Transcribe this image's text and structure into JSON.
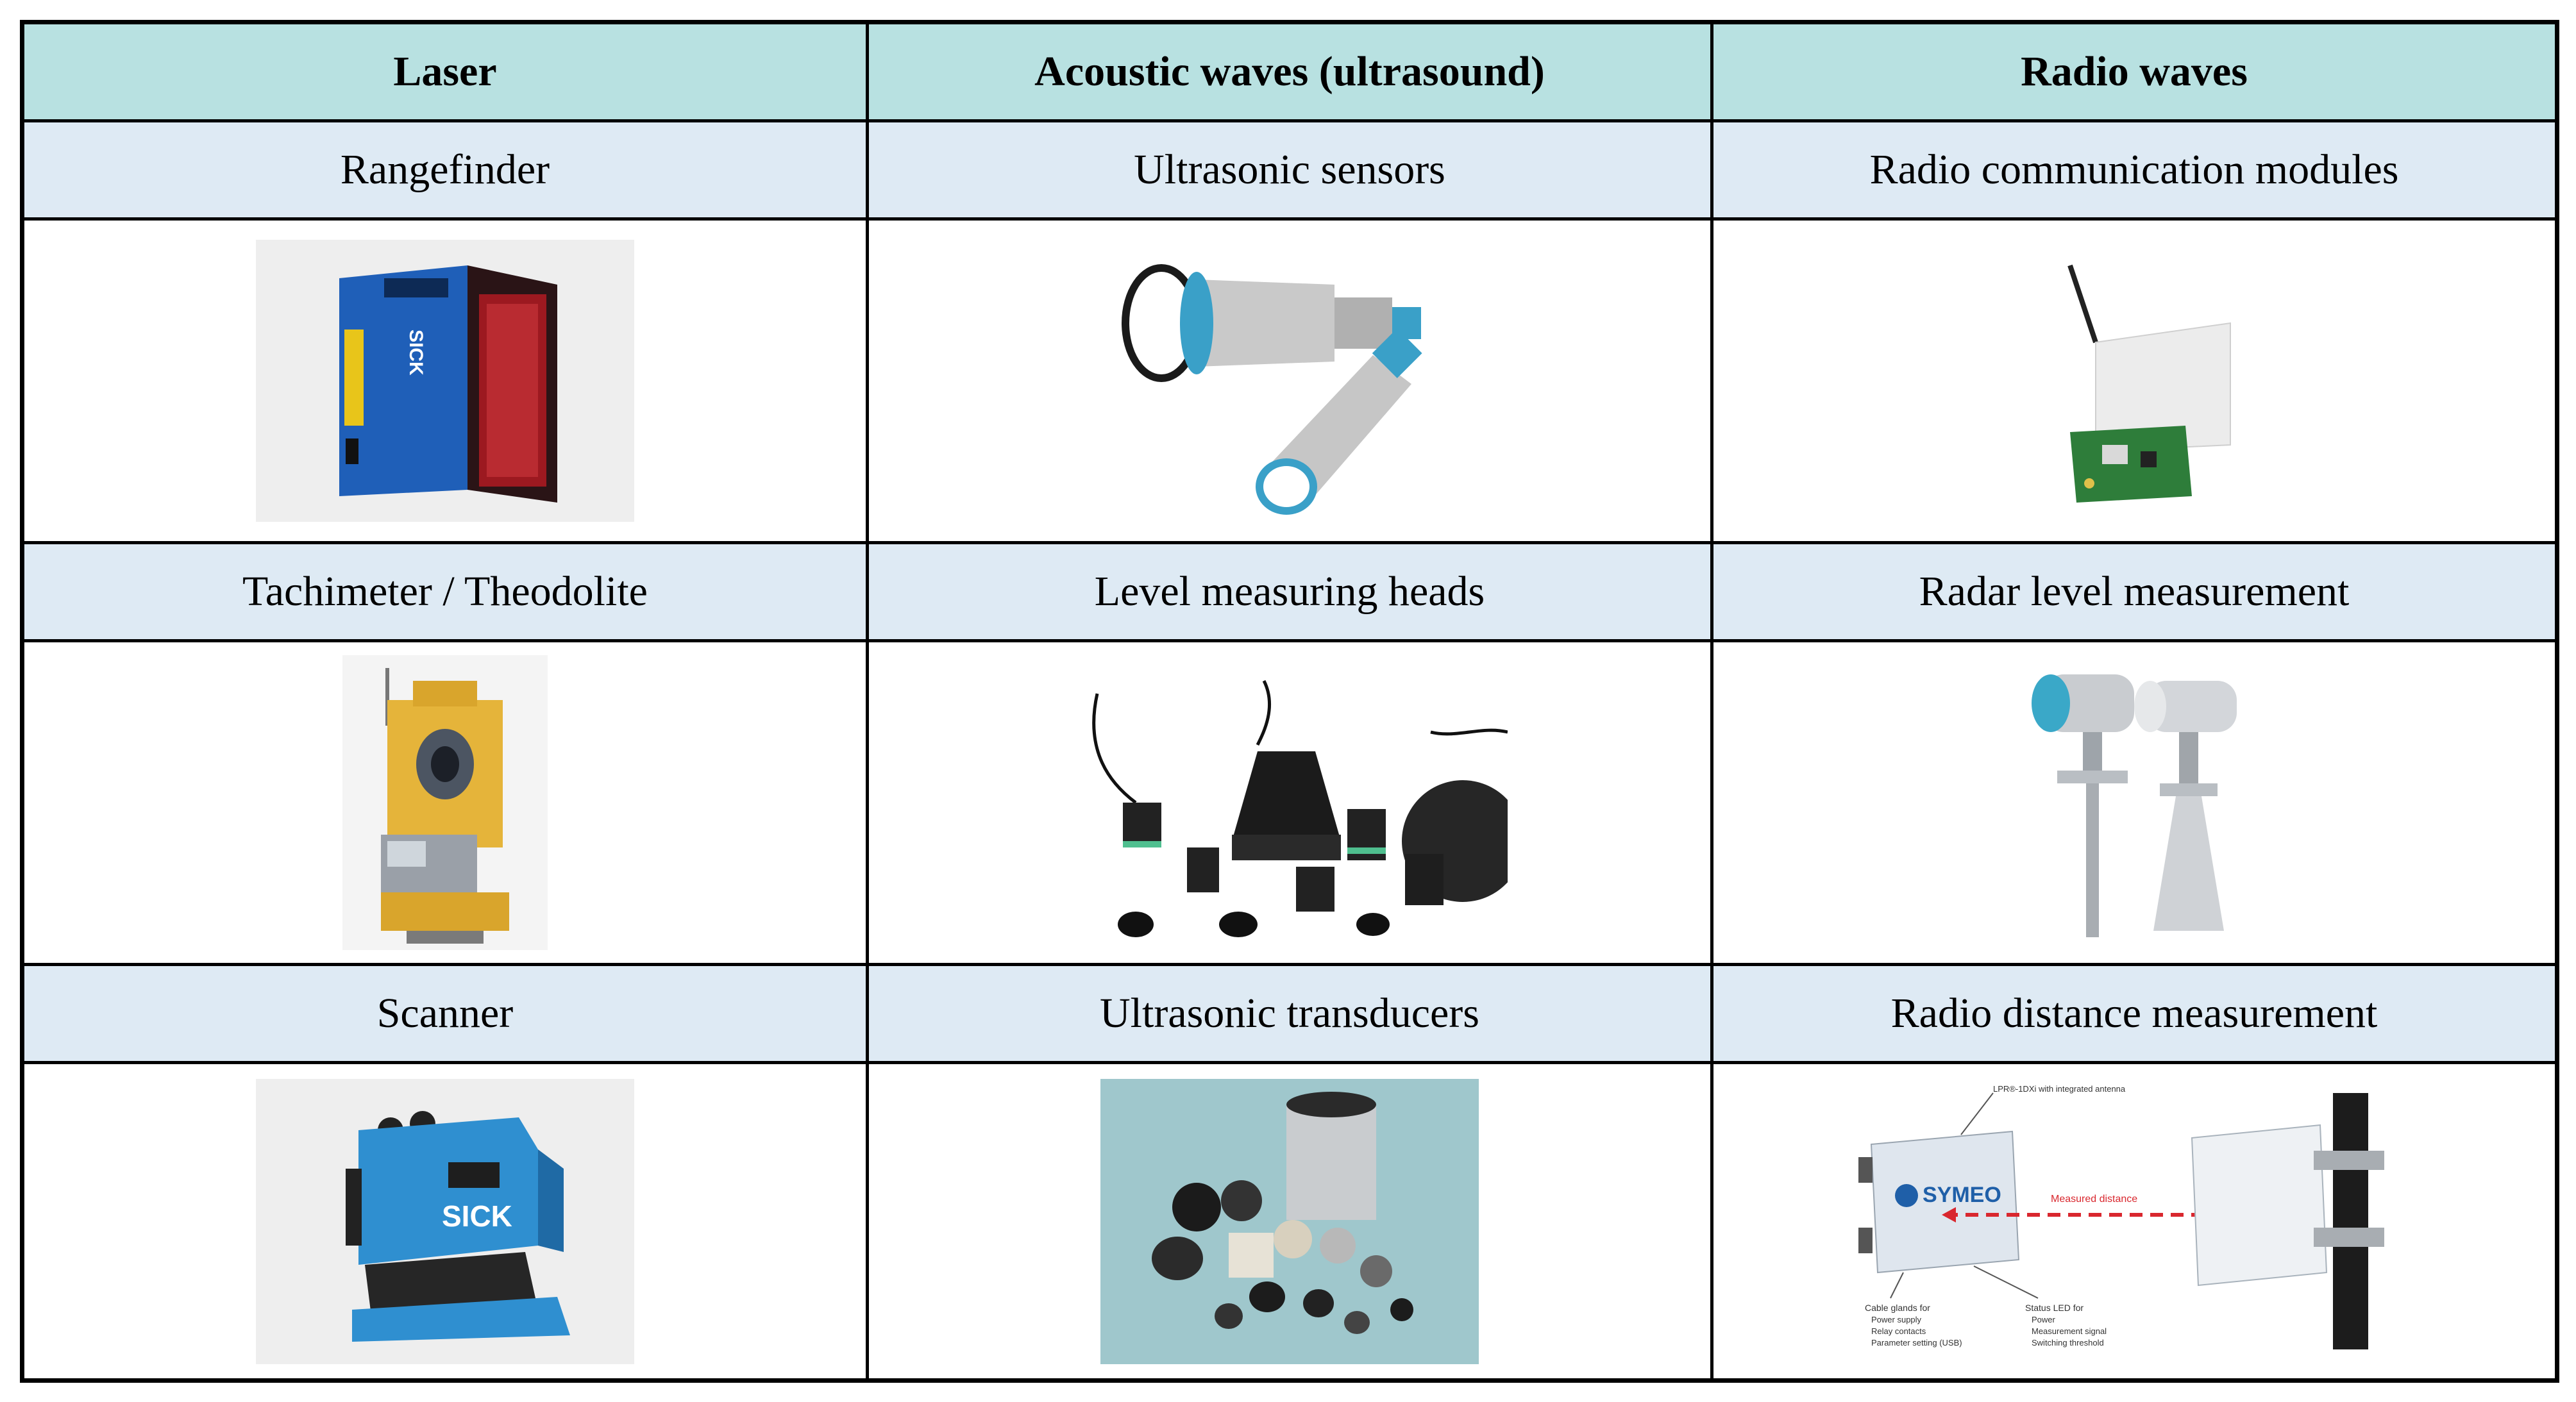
{
  "table": {
    "headers": [
      "Laser",
      "Acoustic waves (ultrasound)",
      "Radio waves"
    ],
    "rows": [
      {
        "labels": [
          "Rangefinder",
          "Ultrasonic sensors",
          "Radio communication modules"
        ]
      },
      {
        "labels": [
          "Tachimeter / Theodolite",
          "Level measuring heads",
          "Radar level measurement"
        ]
      },
      {
        "labels": [
          "Scanner",
          "Ultrasonic transducers",
          "Radio distance measurement"
        ]
      }
    ]
  },
  "images": {
    "rangefinder": {
      "brand_text": "SICK"
    },
    "scanner": {
      "brand_text": "SICK"
    },
    "radio_distance": {
      "brand_text": "SYMEO",
      "callout_top": "LPR®-1DXi with integrated antenna",
      "measured_distance": "Measured distance",
      "cable_title": "Cable glands for",
      "cable_items": [
        "Power supply",
        "Relay contacts",
        "Parameter setting (USB)"
      ],
      "status_title": "Status LED for",
      "status_items": [
        "Power",
        "Measurement signal",
        "Switching threshold"
      ]
    }
  },
  "colors": {
    "header_bg": "#b8e1e1",
    "label_bg": "#deeaf4",
    "border": "#000000"
  }
}
